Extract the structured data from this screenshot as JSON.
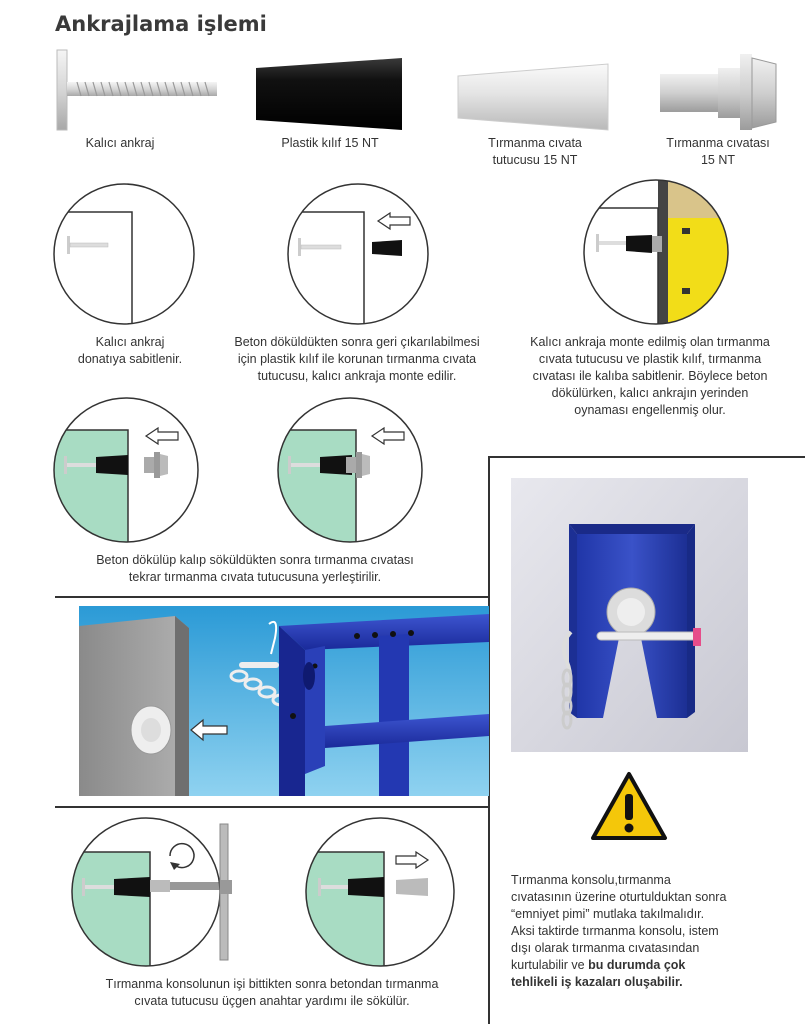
{
  "title": "Ankrajlama işlemi",
  "parts": [
    {
      "label": "Kalıcı ankraj"
    },
    {
      "label": "Plastik kılıf 15 NT"
    },
    {
      "label_line1": "Tırmanma cıvata",
      "label_line2": "tutucusu 15 NT"
    },
    {
      "label_line1": "Tırmanma cıvatası",
      "label_line2": "15 NT"
    }
  ],
  "steps": [
    {
      "lines": [
        "Kalıcı ankraj",
        "donatıya sabitlenir."
      ]
    },
    {
      "lines": [
        "Beton döküldükten sonra geri çıkarılabilmesi",
        "için plastik kılıf ile korunan tırmanma cıvata",
        "tutucusu, kalıcı ankraja monte edilir."
      ]
    },
    {
      "lines": [
        "Kalıcı ankraja monte edilmiş olan tırmanma",
        "cıvata tutucusu ve plastik kılıf, tırmanma",
        "cıvatası ile kalıba sabitlenir. Böylece beton",
        "dökülürken, kalıcı ankrajın yerinden",
        "oynaması engellenmiş olur."
      ]
    },
    {
      "lines": [
        "Beton dökülüp kalıp söküldükten sonra tırmanma cıvatası",
        "tekrar tırmanma cıvata tutucusuna yerleştirilir."
      ]
    },
    {
      "lines": [
        "Tırmanma konsolunun işi bittikten sonra betondan tırmanma",
        "cıvata tutucusu üçgen anahtar yardımı ile sökülür."
      ]
    }
  ],
  "warning": {
    "lines": [
      "Tırmanma konsolu,tırmanma",
      "cıvatasının üzerine oturtulduktan sonra",
      "“emniyet pimi” mutlaka takılmalıdır.",
      "Aksi taktirde tırmanma konsolu, istem",
      "dışı olarak tırmanma cıvatasından"
    ],
    "last_normal": "kurtulabilir ve ",
    "bold_1": "bu durumda çok",
    "bold_2": "tehlikeli iş kazaları oluşabilir."
  },
  "colors": {
    "concrete_green": "#a8dcc3",
    "console_blue": "#2a3fae",
    "warning_yellow": "#f4c70a",
    "formwork_yellow": "#f2dd18"
  }
}
